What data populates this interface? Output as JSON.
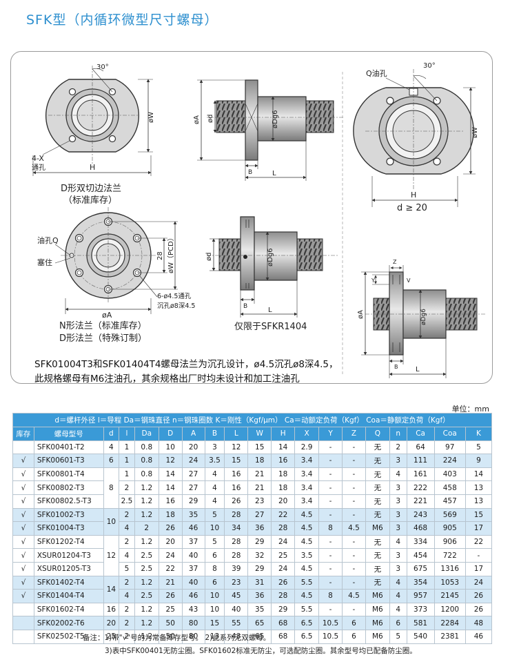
{
  "title": "SFK型（内循环微型尺寸螺母）",
  "figures": {
    "fig1": {
      "angle": "30°",
      "w": "øW",
      "x_label": "4-X",
      "x_sub": "通孔",
      "h": "H",
      "caption1": "D形双切边法兰",
      "caption2": "（标准库存）"
    },
    "fig2": {
      "a": "øA",
      "d": "ød",
      "dg": "øDg6",
      "b": "B",
      "l": "L"
    },
    "fig3": {
      "q": "Q油孔",
      "angle": "30°",
      "w": "øW",
      "h": "H",
      "caption": "d ≥ 20"
    },
    "fig4": {
      "oil": "油孔Q",
      "plug": "塞住",
      "pcd_num": "28",
      "pcd": "øW（PCD）",
      "holes1": "6-ø4.5通孔",
      "holes2": "沉孔ø8深4.5",
      "a": "øA",
      "caption1": "N形法兰（标准库存）",
      "caption2": "D形法兰（特殊订制）"
    },
    "fig5": {
      "d": "ød",
      "dg": "øDg6",
      "b": "B",
      "l": "L",
      "caption": "仅限于SFKR1404"
    },
    "fig6": {
      "z": "Z",
      "y": "Y",
      "v": "V",
      "a": "øA",
      "dg": "øDg6",
      "b": "B",
      "l": "L"
    }
  },
  "spec_text": {
    "line1": "SFK01004T3和SFK01404T4螺母法兰为沉孔设计，ø4.5沉孔ø8深4.5，",
    "line2": "此规格螺母有M6注油孔，其余规格出厂时均未设计和加工注油孔"
  },
  "unit": "单位：mm",
  "table": {
    "legend": "d＝螺杆外径   l＝导程   Da＝钢珠直径   n＝钢珠圈数   K＝刚性（Kgf/μm）   Ca＝动额定负荷（Kgf）   Coa＝静额定负荷（Kgf）",
    "headers": [
      "库存",
      "螺母型号",
      "d",
      "l",
      "Da",
      "D",
      "A",
      "B",
      "L",
      "W",
      "H",
      "X",
      "Y",
      "Z",
      "Q",
      "n",
      "Ca",
      "Coa",
      "K"
    ],
    "rows": [
      [
        "",
        "SFK00401-T2",
        "4",
        "1",
        "0.8",
        "10",
        "20",
        "3",
        "12",
        "15",
        "14",
        "2.9",
        "-",
        "-",
        "无",
        "2",
        "64",
        "97",
        "5"
      ],
      [
        "√",
        "SFK00601-T3",
        "6",
        "1",
        "0.8",
        "12",
        "24",
        "3.5",
        "15",
        "18",
        "16",
        "3.4",
        "-",
        "-",
        "无",
        "3",
        "111",
        "224",
        "9"
      ],
      [
        "√",
        "SFK00801-T4",
        "8",
        "1",
        "0.8",
        "14",
        "27",
        "4",
        "16",
        "21",
        "18",
        "3.4",
        "-",
        "-",
        "无",
        "4",
        "161",
        "403",
        "14"
      ],
      [
        "√",
        "SFK00802-T3",
        "",
        "2",
        "1.2",
        "14",
        "27",
        "4",
        "16",
        "21",
        "18",
        "3.4",
        "-",
        "-",
        "无",
        "3",
        "222",
        "458",
        "13"
      ],
      [
        "√",
        "SFK00802.5-T3",
        "",
        "2.5",
        "1.2",
        "16",
        "29",
        "4",
        "26",
        "23",
        "20",
        "3.4",
        "-",
        "-",
        "无",
        "3",
        "221",
        "457",
        "13"
      ],
      [
        "√",
        "SFK01002-T3",
        "10",
        "2",
        "1.2",
        "18",
        "35",
        "5",
        "28",
        "27",
        "22",
        "4.5",
        "-",
        "-",
        "无",
        "3",
        "243",
        "569",
        "15"
      ],
      [
        "√",
        "SFK01004-T3",
        "",
        "4",
        "2",
        "26",
        "46",
        "10",
        "34",
        "36",
        "28",
        "4.5",
        "8",
        "4.5",
        "M6",
        "3",
        "468",
        "905",
        "17"
      ],
      [
        "√",
        "SFK01202-T4",
        "12",
        "2",
        "1.2",
        "20",
        "37",
        "5",
        "28",
        "29",
        "24",
        "4.5",
        "-",
        "-",
        "无",
        "4",
        "334",
        "906",
        "22"
      ],
      [
        "√",
        "XSUR01204-T3",
        "",
        "4",
        "2.5",
        "24",
        "40",
        "6",
        "28",
        "32",
        "25",
        "3.5",
        "-",
        "-",
        "无",
        "3",
        "454",
        "722",
        "-"
      ],
      [
        "√",
        "XSUR01205-T3",
        "",
        "5",
        "2.5",
        "22",
        "37",
        "8",
        "39",
        "29",
        "24",
        "4.5",
        "-",
        "-",
        "无",
        "3",
        "675",
        "1316",
        "17"
      ],
      [
        "√",
        "SFK01402-T4",
        "14",
        "2",
        "1.2",
        "21",
        "40",
        "6",
        "23",
        "31",
        "26",
        "5.5",
        "-",
        "-",
        "无",
        "4",
        "354",
        "1053",
        "24"
      ],
      [
        "√",
        "SFK01404-T4",
        "",
        "4",
        "2.5",
        "26",
        "46",
        "10",
        "45",
        "36",
        "28",
        "4.5",
        "8",
        "4.5",
        "M6",
        "4",
        "957",
        "2145",
        "26"
      ],
      [
        "",
        "SFK01602-T4",
        "16",
        "2",
        "1.2",
        "25",
        "43",
        "10",
        "40",
        "35",
        "29",
        "5.5",
        "-",
        "-",
        "M6",
        "4",
        "373",
        "1200",
        "26"
      ],
      [
        "",
        "SFK02002-T6",
        "20",
        "2",
        "1.2",
        "50",
        "80",
        "15",
        "55",
        "65",
        "68",
        "6.5",
        "10.5",
        "6",
        "M6",
        "6",
        "581",
        "2284",
        "48"
      ],
      [
        "",
        "SFK02502-T5",
        "25",
        "2",
        "1.2",
        "50",
        "80",
        "13",
        "43",
        "65",
        "68",
        "6.5",
        "10.5",
        "6",
        "M6",
        "5",
        "540",
        "2381",
        "46"
      ]
    ]
  },
  "notes": {
    "line1": "备注：1)带\"√\"号的为常备库存型号。  2)此系列无双螺母。",
    "line2": "3)表中SFK00401无防尘圈。SFK01602标准无防尘，可选配防尘圈。其余型号均已配备防尘圈。"
  }
}
